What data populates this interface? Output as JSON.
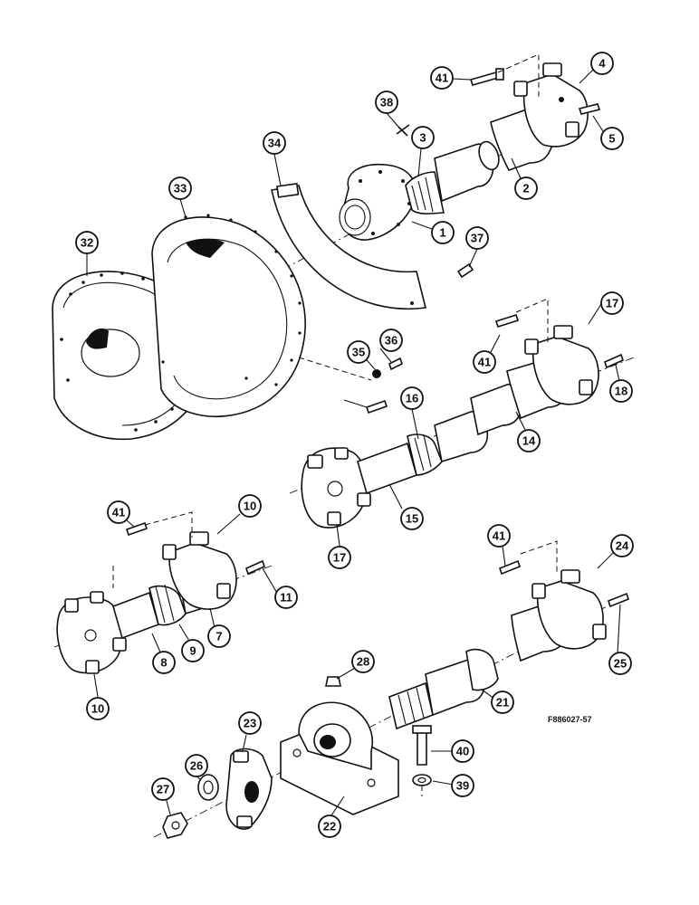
{
  "drawing_code": "F886027-57",
  "callouts": [
    "41",
    "4",
    "5",
    "38",
    "3",
    "2",
    "34",
    "33",
    "1",
    "32",
    "37",
    "17",
    "35",
    "36",
    "41",
    "18",
    "16",
    "14",
    "15",
    "17",
    "10",
    "41",
    "11",
    "9",
    "7",
    "8",
    "10",
    "41",
    "24",
    "25",
    "28",
    "21",
    "23",
    "40",
    "26",
    "27",
    "39",
    "22"
  ],
  "colors": {
    "ink": "#111111",
    "paper": "#ffffff"
  }
}
